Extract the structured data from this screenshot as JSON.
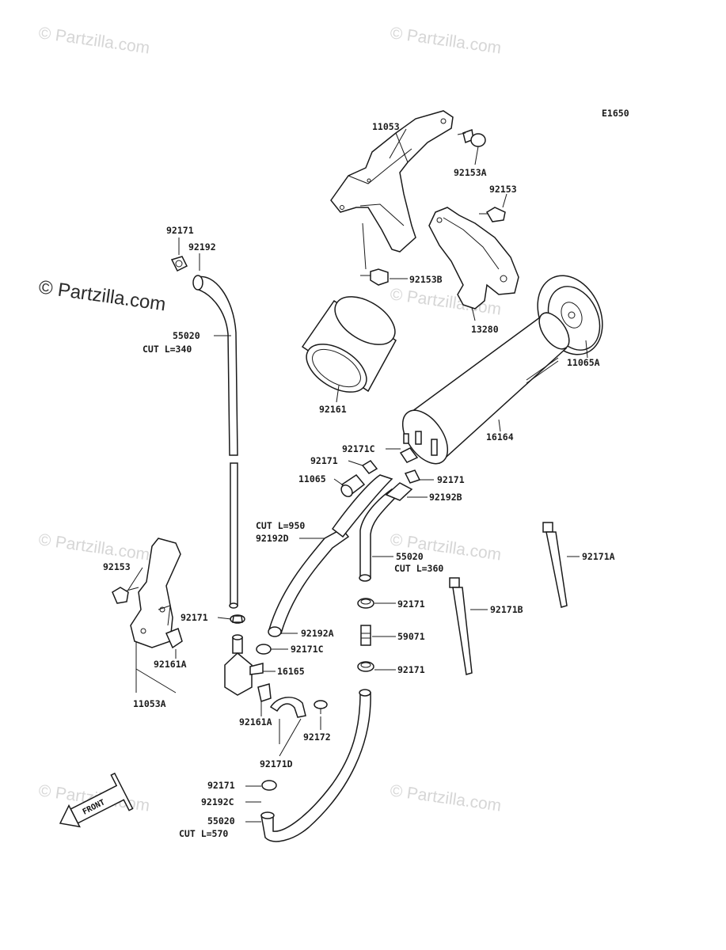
{
  "diagram_code": "E1650",
  "watermark_text": "© Partzilla.com",
  "front_label": "FRONT",
  "labels": {
    "p11053": "11053",
    "p92153A": "92153A",
    "p92153_top": "92153",
    "p92153B": "92153B",
    "p13280": "13280",
    "p11065A": "11065A",
    "p92171_top": "92171",
    "p92192_top": "92192",
    "p55020_left": "55020",
    "cut340": "CUT L=340",
    "p92161": "92161",
    "p16164": "16164",
    "p92171C_up": "92171C",
    "p92171_mid": "92171",
    "p11065": "11065",
    "p92171_right": "92171",
    "p92192B": "92192B",
    "cut950": "CUT L=950",
    "p92192D": "92192D",
    "p55020_mid": "55020",
    "cut360": "CUT L=360",
    "p92171A": "92171A",
    "p92153_left": "92153",
    "p92171_clamp1": "92171",
    "p92171_pipe": "92171",
    "p92192A": "92192A",
    "p59071": "59071",
    "p92171C_low": "92171C",
    "p92171B": "92171B",
    "p92161A_left": "92161A",
    "p92171_clamp2": "92171",
    "p16165": "16165",
    "p11053A": "11053A",
    "p92161A_low": "92161A",
    "p92172": "92172",
    "p92171D": "92171D",
    "p92171_bottom": "92171",
    "p92192C": "92192C",
    "p55020_bottom": "55020",
    "cut570": "CUT L=570"
  }
}
